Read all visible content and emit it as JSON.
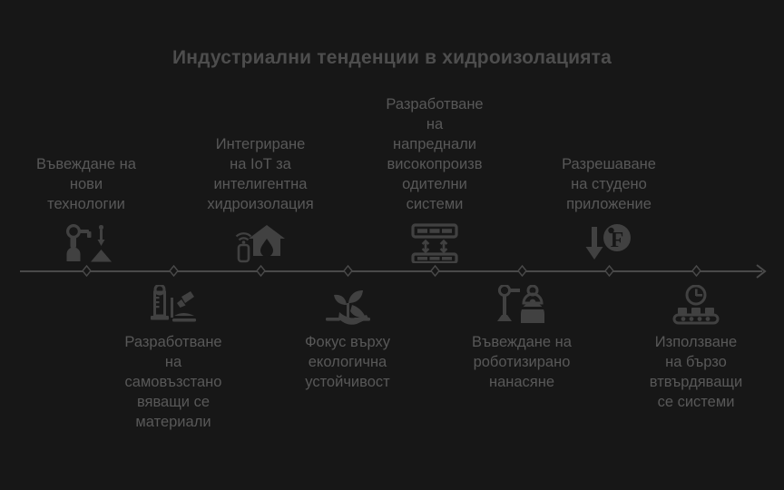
{
  "page": {
    "background_color": "#171717",
    "title": "Индустриални тенденции в хидроизолацията",
    "title_color": "#4d4d4d",
    "label_color": "#585858",
    "icon_color": "#414141",
    "axis_color": "#4a4a4a"
  },
  "timeline": {
    "orientation": "horizontal",
    "arrow_direction": "right",
    "items": [
      {
        "index": 1,
        "position": "above",
        "label": "Въвеждане на\nнови\nтехнологии",
        "icon": "robot-arm-pyramid-icon"
      },
      {
        "index": 2,
        "position": "below",
        "label": "Разработване\nна\nсамовъзстано\nвяващи се\nматериали",
        "icon": "test-tube-brush-icon"
      },
      {
        "index": 3,
        "position": "above",
        "label": "Интегриране\nна IoT за\nинтелигентна\nхидроизолация",
        "icon": "smart-home-wifi-icon"
      },
      {
        "index": 4,
        "position": "below",
        "label": "Фокус върху\nекологична\nустойчивост",
        "icon": "hand-plant-sprout-icon"
      },
      {
        "index": 5,
        "position": "above",
        "label": "Разработване\nна\nнапреднали\nвисокопроизв\nодителни\nсистеми",
        "icon": "layered-membrane-icon"
      },
      {
        "index": 6,
        "position": "below",
        "label": "Въвеждане на\nроботизирано\nнанасяне",
        "icon": "robotic-sprayer-icon"
      },
      {
        "index": 7,
        "position": "above",
        "label": "Разрешаване\nна студено\nприложение",
        "icon": "cold-temperature-arrow-icon"
      },
      {
        "index": 8,
        "position": "below",
        "label": "Използване\nна бързо\nвтвърдяващи\nсе системи",
        "icon": "clock-conveyor-icon"
      }
    ]
  }
}
